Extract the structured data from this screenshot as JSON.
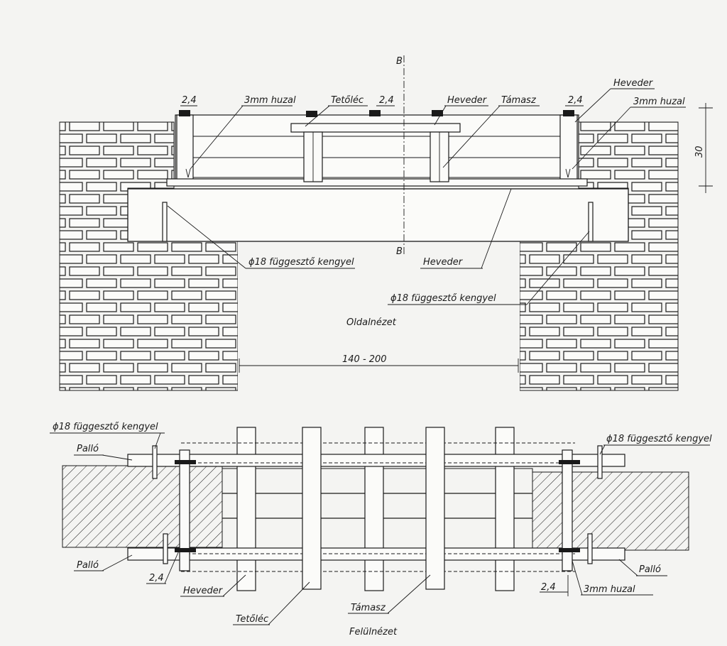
{
  "side_view": {
    "section_mark": "B",
    "labels": {
      "wire_left": "3mm huzal",
      "wire_right": "3mm huzal",
      "batten": "Tetőléc",
      "strap_top": "Heveder",
      "strap_top_right": "Heveder",
      "prop": "Támasz",
      "dim_left": "2,4",
      "dim_mid": "2,4",
      "dim_right": "2,4",
      "hanger_left": "ϕ18 függesztő kengyel",
      "hanger_right": "ϕ18 függesztő kengyel",
      "lintel": "Heveder",
      "title": "Oldalnézet",
      "span": "140 - 200",
      "height": "30"
    }
  },
  "top_view": {
    "labels": {
      "hanger_left": "ϕ18 függesztő kengyel",
      "hanger_right": "ϕ18 függesztő kengyel",
      "plank_top_left": "Palló",
      "plank_bottom_left": "Palló",
      "plank_right": "Palló",
      "dim_left": "2,4",
      "dim_right": "2,4",
      "strap": "Heveder",
      "batten": "Tetőléc",
      "prop": "Támasz",
      "wire": "3mm huzal",
      "title": "Felülnézet"
    }
  }
}
